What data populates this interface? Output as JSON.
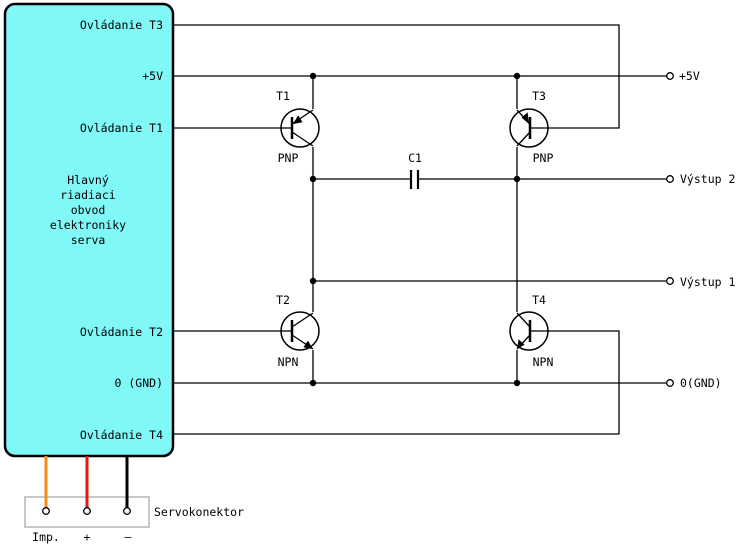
{
  "controller": {
    "fill_color": "#80f8f8",
    "title_lines": [
      "Hlavný",
      "riadiaci",
      "obvod",
      "elektroniky",
      "serva"
    ],
    "pins": {
      "t3": "Ovládanie T3",
      "vcc": "+5V",
      "t1": "Ovládanie T1",
      "t2": "Ovládanie T2",
      "gnd": "0 (GND)",
      "t4": "Ovládanie T4"
    }
  },
  "transistors": {
    "t1": {
      "name": "T1",
      "type": "PNP"
    },
    "t2": {
      "name": "T2",
      "type": "NPN"
    },
    "t3": {
      "name": "T3",
      "type": "PNP"
    },
    "t4": {
      "name": "T4",
      "type": "NPN"
    }
  },
  "capacitor": {
    "name": "C1"
  },
  "outputs": {
    "vcc": "+5V",
    "out2": "Výstup 2",
    "out1": "Výstup 1",
    "gnd": "0(GND)"
  },
  "connector": {
    "label": "Servokonektor",
    "pins": [
      "Imp.",
      "+",
      "–"
    ],
    "wire_colors": [
      "#f08c1e",
      "#e01818",
      "#000000"
    ],
    "box_color": "#c8c8c8"
  }
}
